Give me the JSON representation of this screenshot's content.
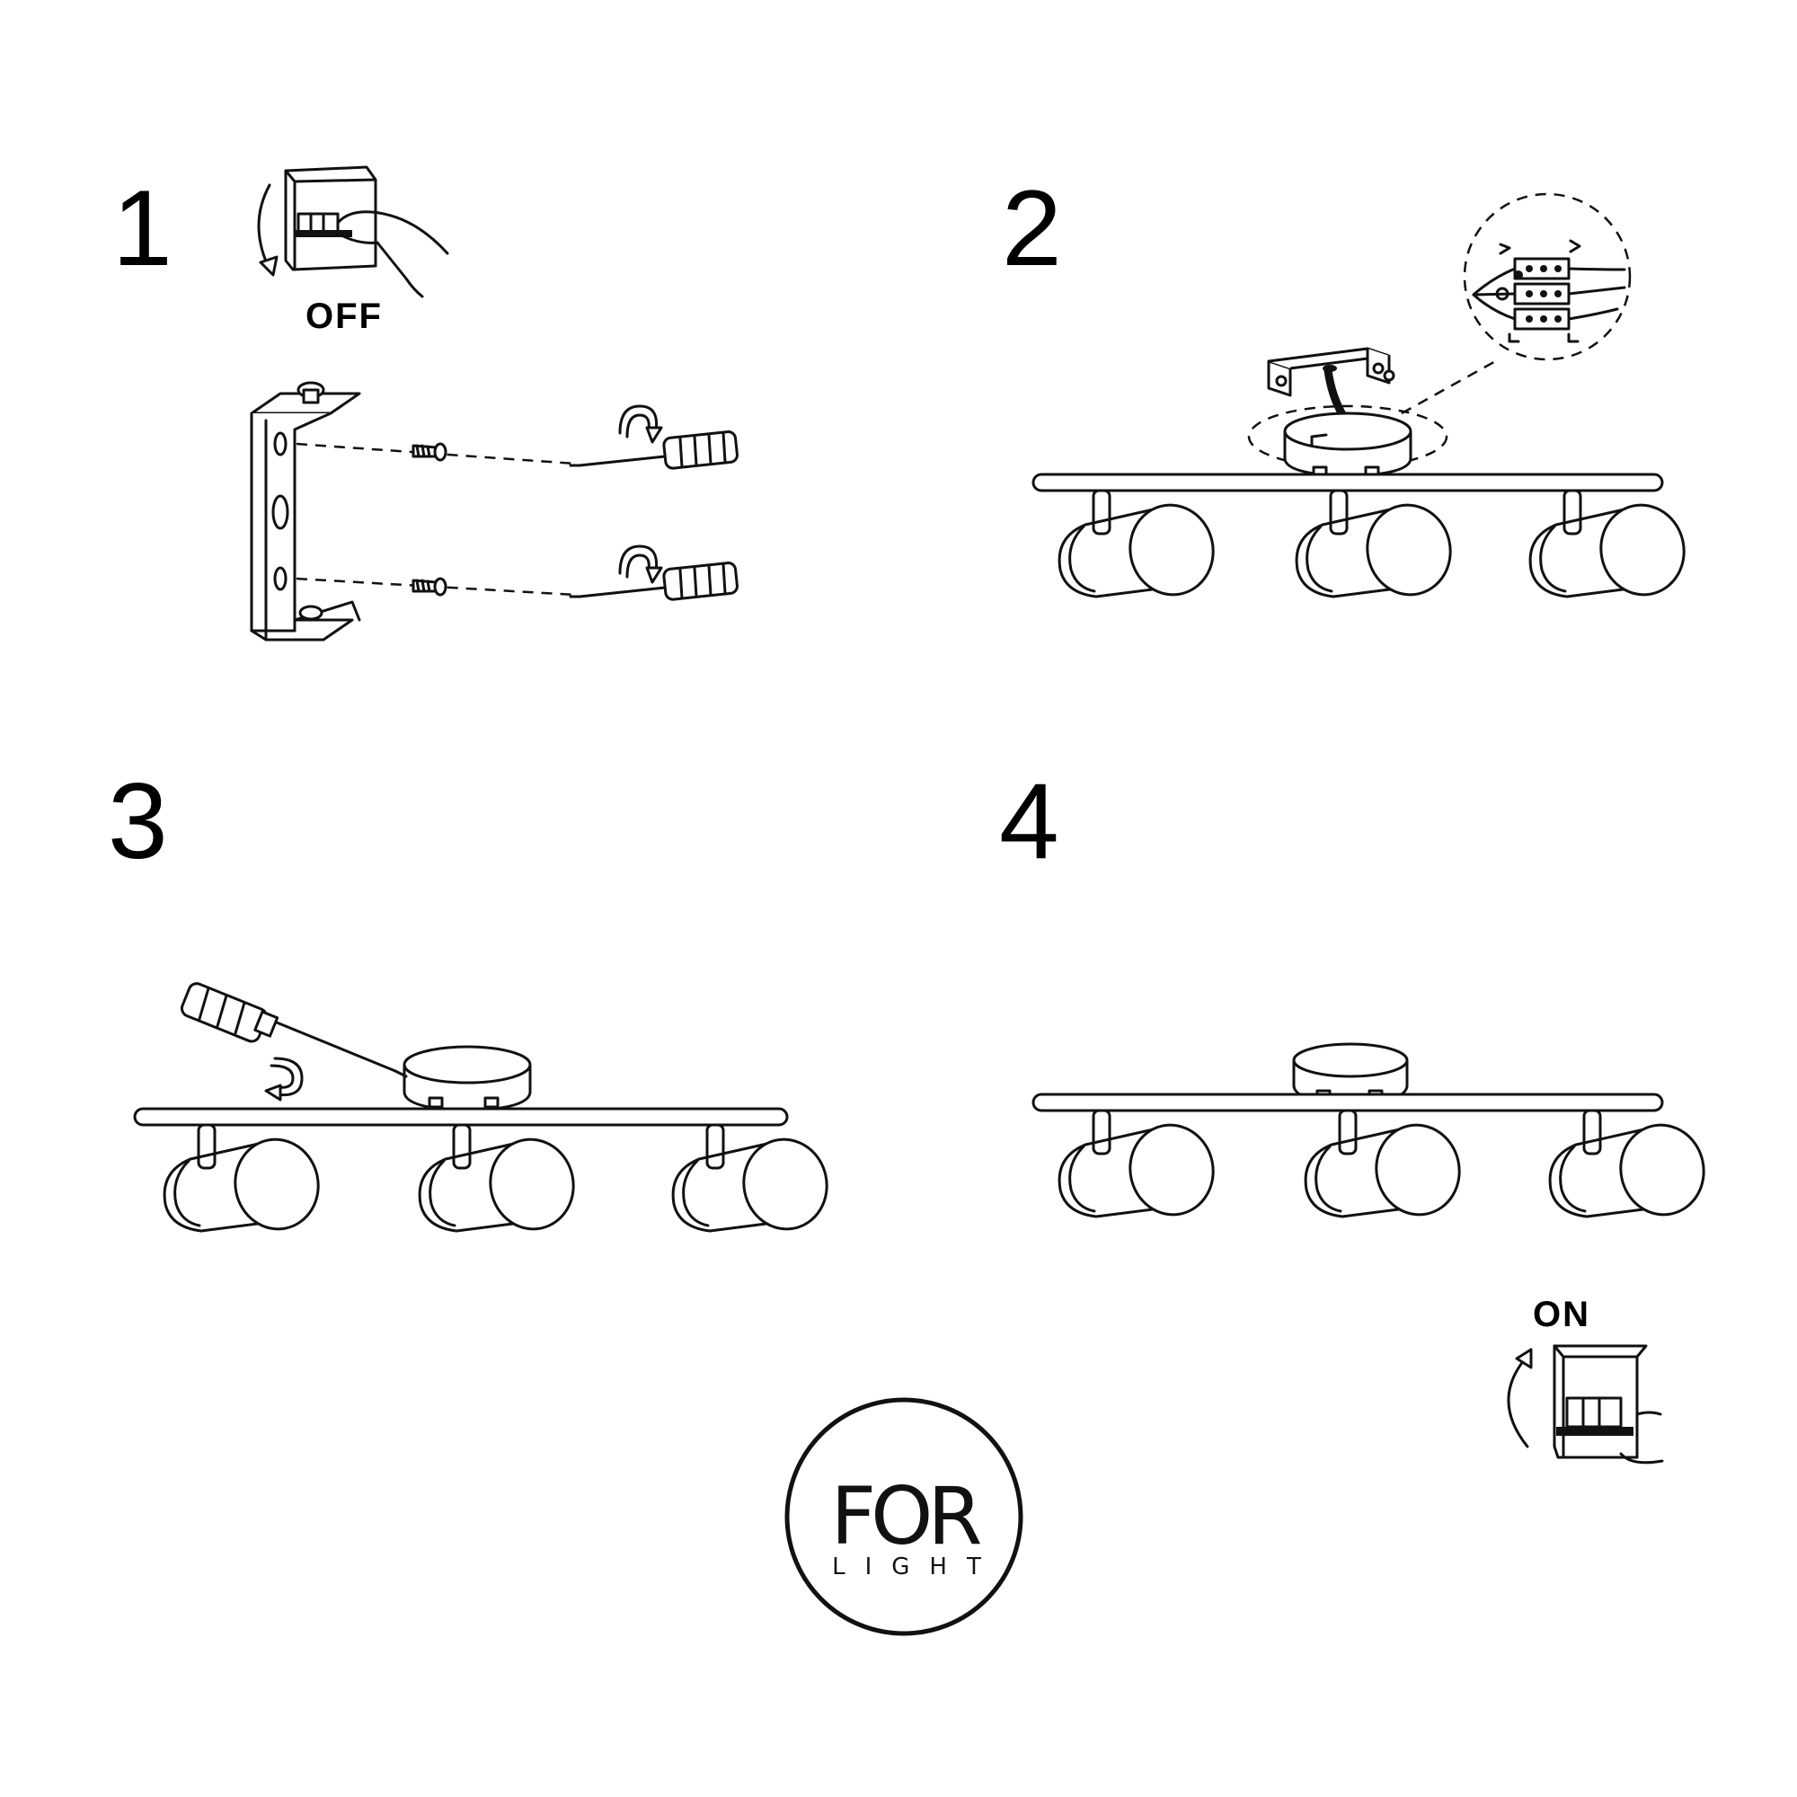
{
  "steps": [
    {
      "number": "1",
      "switch_label": "OFF"
    },
    {
      "number": "2"
    },
    {
      "number": "3"
    },
    {
      "number": "4",
      "switch_label": "ON"
    }
  ],
  "logo": {
    "main": "FOR",
    "sub": "LIGHT"
  },
  "icons": [
    "wall-switch-icon",
    "mounting-bracket-icon",
    "screw-icon",
    "screwdriver-icon",
    "rotate-arrow-icon",
    "ceiling-canopy-icon",
    "terminal-block-icon",
    "spotlight-icon",
    "track-bar-icon",
    "brand-logo-icon"
  ]
}
